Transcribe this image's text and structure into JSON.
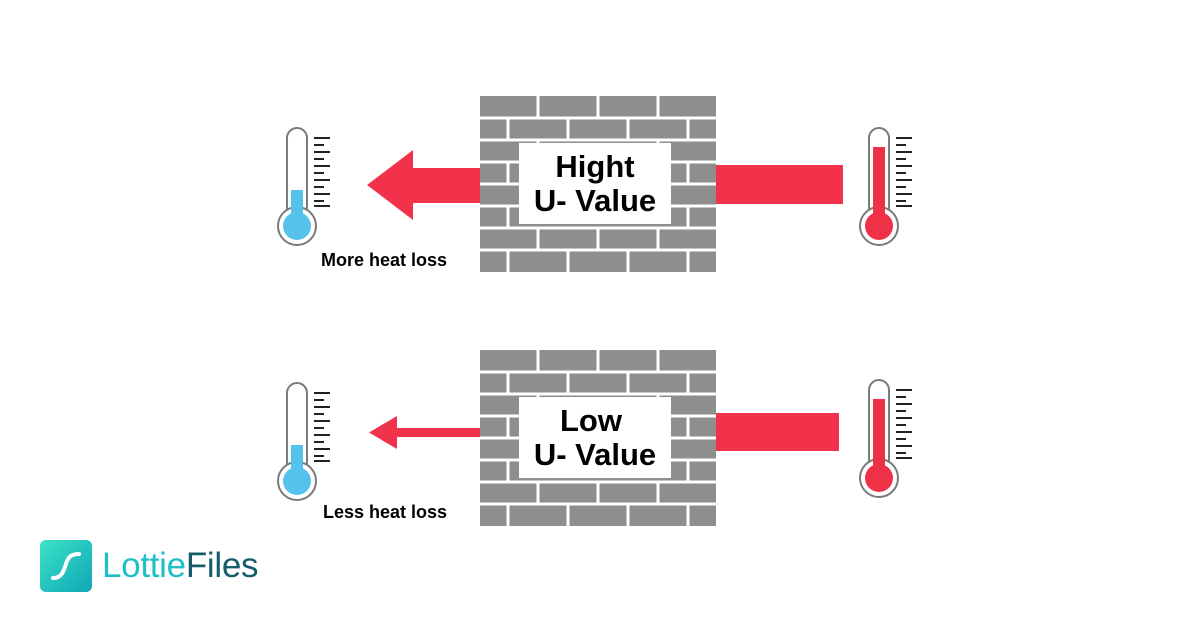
{
  "colors": {
    "brick": "#8e8e8e",
    "arrow": "#f2314b",
    "cold": "#55c2ee",
    "hot": "#ef3147",
    "tube_outline": "#7a7a7a"
  },
  "panels": [
    {
      "wall_label_line1": "Hight",
      "wall_label_line2": "U- Value",
      "caption": "More heat loss",
      "cold_level": 0.4,
      "hot_level": 0.8
    },
    {
      "wall_label_line1": "Low",
      "wall_label_line2": "U- Value",
      "caption": "Less heat loss",
      "cold_level": 0.4,
      "hot_level": 0.8
    }
  ],
  "brand": {
    "name_part1": "Lottie",
    "name_part2": "Files",
    "icon": "lottiefiles-logo-icon"
  }
}
